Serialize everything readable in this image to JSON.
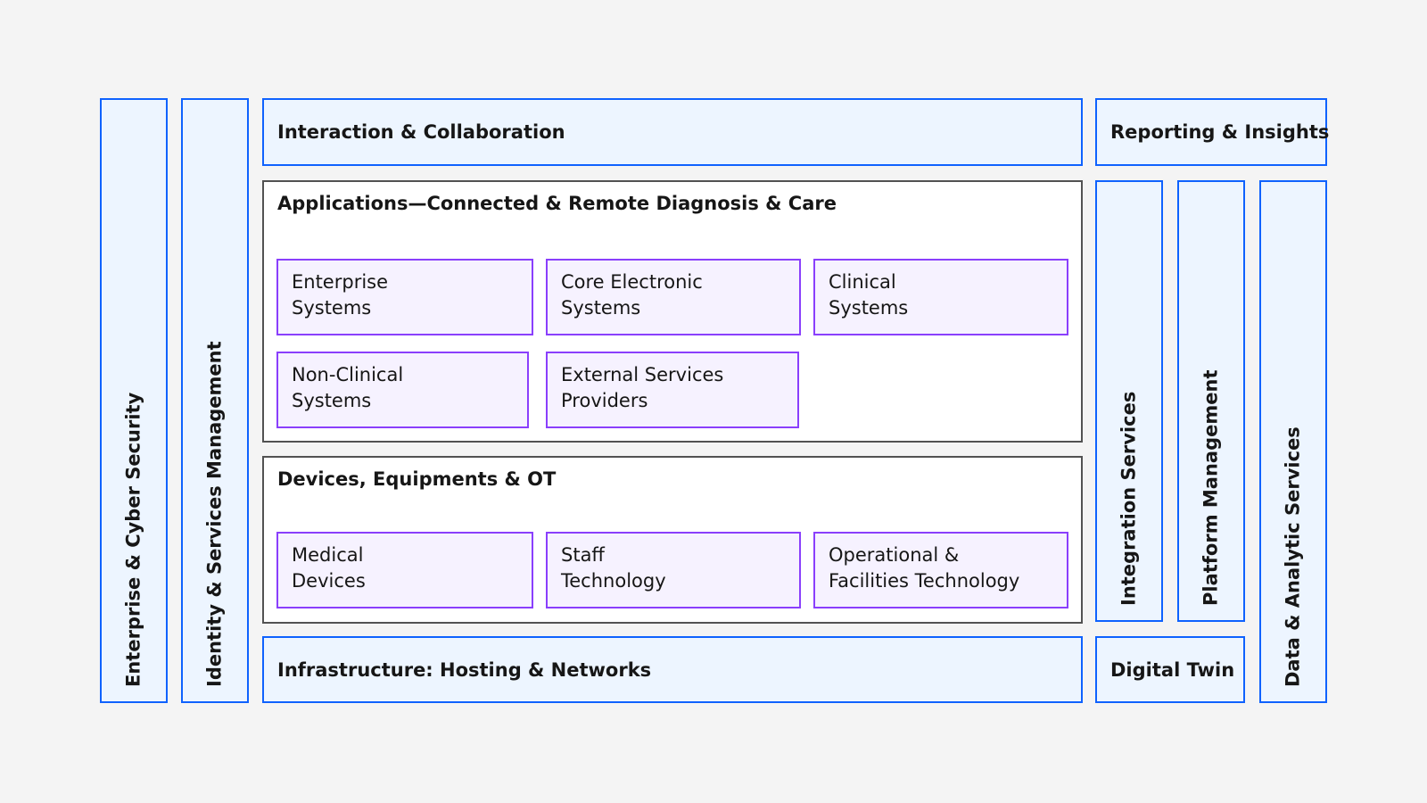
{
  "left_columns": [
    {
      "label": "Enterprise & Cyber Security"
    },
    {
      "label": "Identity & Services Management"
    }
  ],
  "interaction": {
    "label": "Interaction & Collaboration"
  },
  "applications": {
    "title": "Applications—Connected & Remote Diagnosis & Care",
    "items": [
      {
        "line1": "Enterprise",
        "line2": "Systems"
      },
      {
        "line1": "Core Electronic",
        "line2": "Systems"
      },
      {
        "line1": "Clinical",
        "line2": "Systems"
      },
      {
        "line1": "Non-Clinical",
        "line2": "Systems"
      },
      {
        "line1": "External Services",
        "line2": "Providers"
      }
    ]
  },
  "devices": {
    "title": "Devices, Equipments & OT",
    "items": [
      {
        "line1": "Medical",
        "line2": "Devices"
      },
      {
        "line1": "Staff",
        "line2": "Technology"
      },
      {
        "line1": "Operational &",
        "line2": "Facilities Technology"
      }
    ]
  },
  "infrastructure": {
    "label": "Infrastructure: Hosting & Networks"
  },
  "reporting": {
    "label": "Reporting & Insights"
  },
  "right_columns": [
    {
      "label": "Integration Services"
    },
    {
      "label": "Platform Management"
    },
    {
      "label": "Data & Analytic Services"
    }
  ],
  "digital_twin": {
    "label": "Digital Twin"
  },
  "colors": {
    "background": "#f4f4f4",
    "blue_border": "#0f62fe",
    "blue_fill": "#edf5ff",
    "purple_border": "#8a3ffc",
    "purple_fill": "#f6f2ff",
    "gray_border": "#525252"
  }
}
